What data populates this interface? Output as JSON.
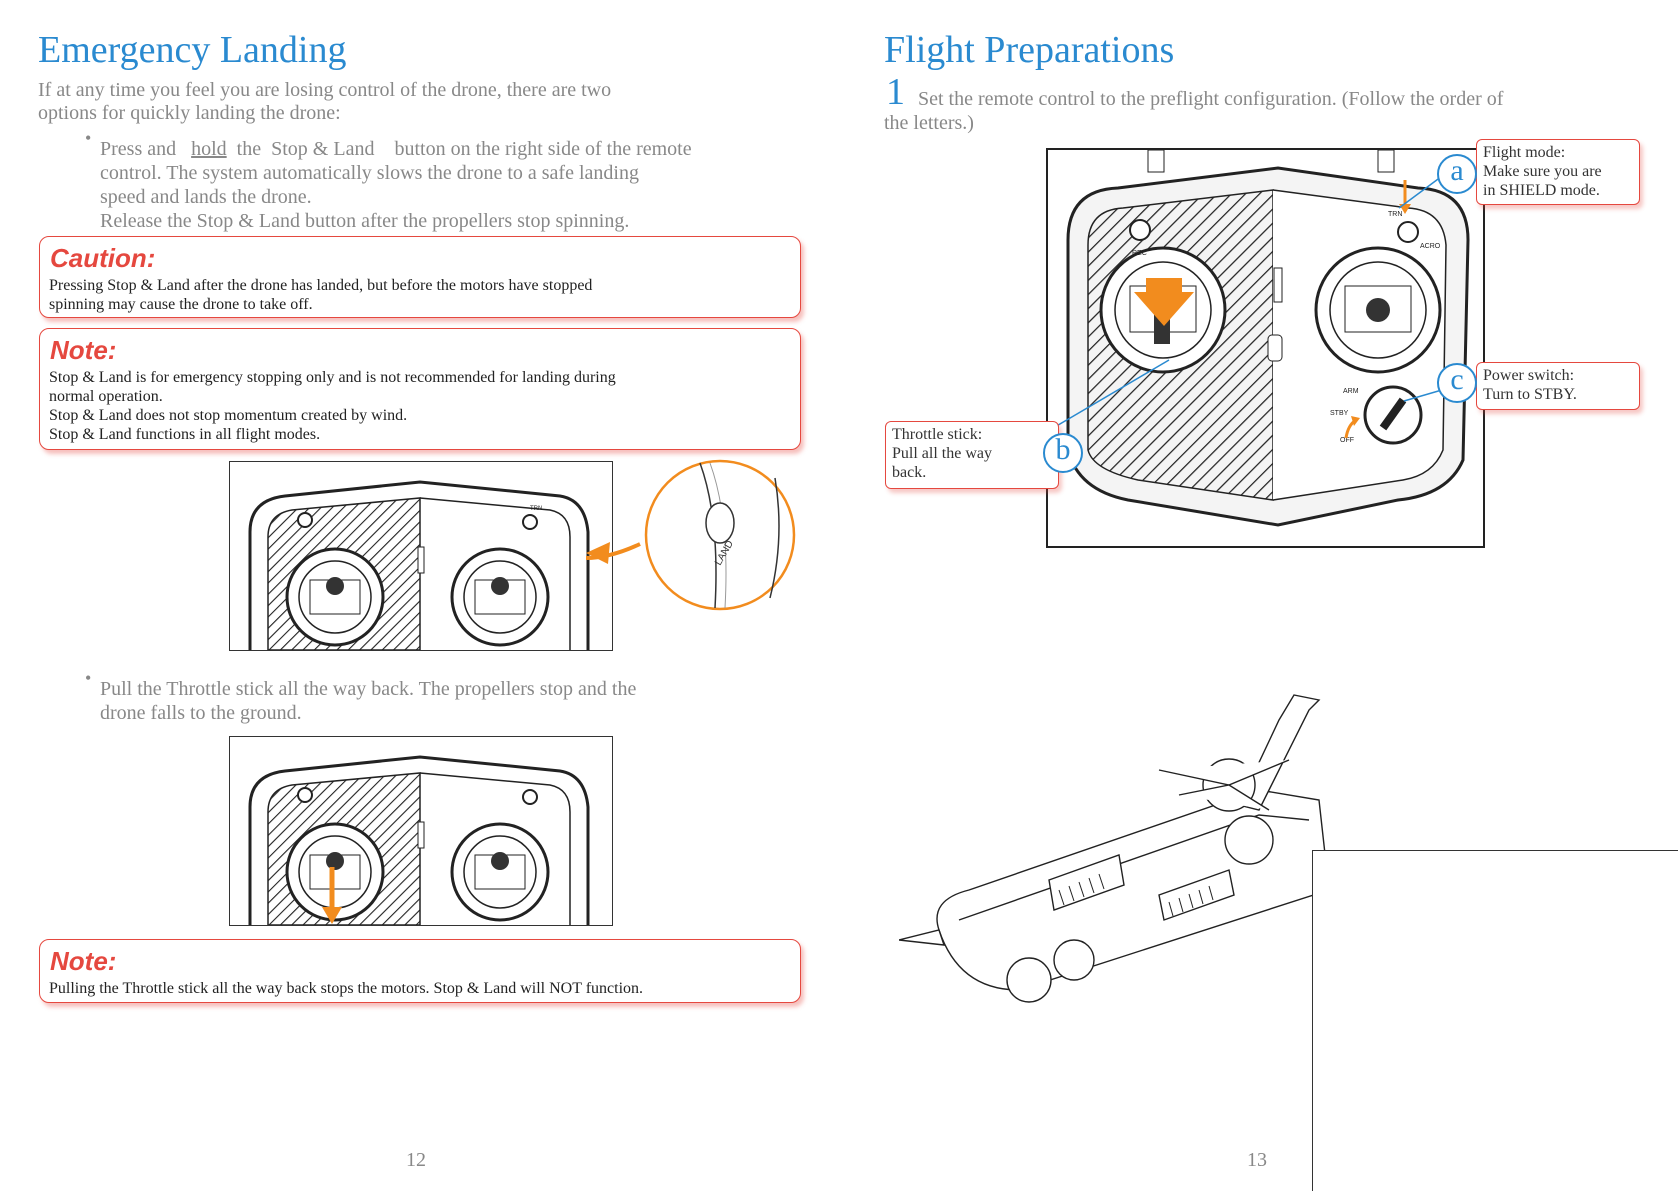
{
  "left": {
    "title": "Emergency Landing",
    "intro_line1": "If at any time you feel you are losing control of the drone, there are two",
    "intro_line2": "options for quickly landing the drone:",
    "bullet1": {
      "press": "Press and",
      "hold": "hold",
      "the": "the",
      "stop_land": "Stop & Land",
      "rest": "button on the right side of the remote",
      "line2": "control. The system automatically slows the drone to a safe landing",
      "line3": "speed and lands the drone.",
      "line4": "Release the Stop & Land button after the propellers stop spinning."
    },
    "caution": {
      "title": "Caution:",
      "line1": "Pressing Stop & Land after the drone has landed, but before the motors have stopped",
      "line2": "spinning may cause the drone to take off."
    },
    "note1": {
      "title": "Note:",
      "line1": "Stop & Land is for emergency stopping only and is not recommended for landing during",
      "line2": "normal operation.",
      "line3": "Stop & Land does not stop momentum created by wind.",
      "line4": "Stop & Land functions in all flight modes."
    },
    "land_label": "LAND",
    "bullet2": {
      "line1": "Pull the Throttle stick all the way back. The propellers stop and the",
      "line2": "drone falls to the ground."
    },
    "note2": {
      "title": "Note:",
      "line1": "Pulling the Throttle stick all the way back stops the motors. Stop & Land will NOT function."
    },
    "page_number": "12"
  },
  "right": {
    "title": "Flight Preparations",
    "step_number": "1",
    "step_line1": "Set the remote control to the preflight configuration. (Follow the order of",
    "step_line2": "the letters.)",
    "callout_a": {
      "letter": "a",
      "line1": "Flight mode:",
      "line2": "Make sure you are",
      "line3": "in SHIELD mode."
    },
    "callout_b": {
      "letter": "b",
      "line1": "Throttle stick:",
      "line2": "Pull all the way",
      "line3": "back."
    },
    "callout_c": {
      "letter": "c",
      "line1": "Power switch:",
      "line2": "Turn to STBY."
    },
    "switch_labels": {
      "trn": "TRN",
      "acro": "ACRO",
      "rec": "REC",
      "arm": "ARM",
      "stby": "STBY",
      "off": "OFF"
    },
    "page_number": "13"
  },
  "colors": {
    "heading": "#2a8ad0",
    "caution": "#e5483f",
    "arrow": "#f28c1e",
    "body_text": "#888888"
  }
}
